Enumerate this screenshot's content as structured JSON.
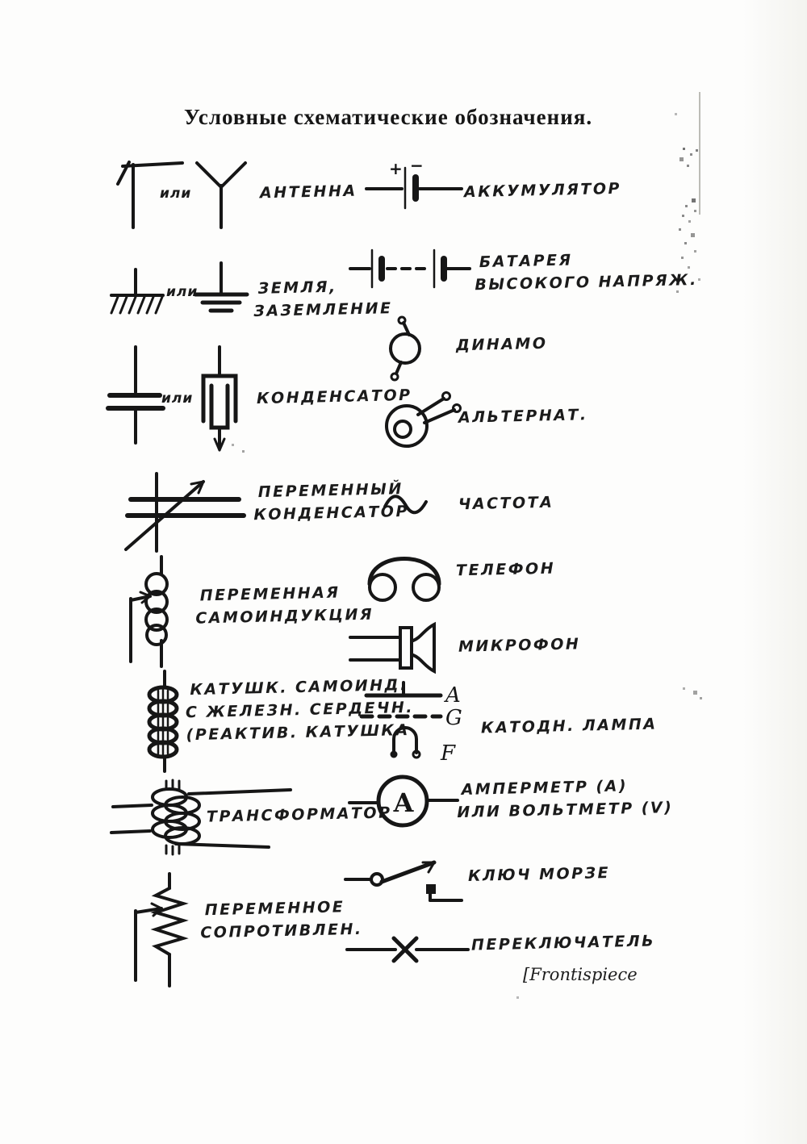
{
  "title": "Условные схематические обозначения.",
  "footer": "[Frontispiece",
  "legend": {
    "antenna": {
      "or": "или",
      "label": "Антенна"
    },
    "accumulator": {
      "plus": "+",
      "minus": "−",
      "label": "Аккумулятор"
    },
    "ground": {
      "or": "или",
      "label_line1": "Земля,",
      "label_line2": "заземление"
    },
    "battery": {
      "label_line1": "Батарея",
      "label_line2": "Высокого напряж."
    },
    "dynamo": {
      "label": "Динамо"
    },
    "capacitor": {
      "or": "или",
      "label": "Конденсатор"
    },
    "alternator": {
      "label": "Альтернат."
    },
    "variable_capacitor": {
      "label_line1": "Переменный",
      "label_line2": "Конденсатор"
    },
    "frequency": {
      "label": "Частота"
    },
    "telephone": {
      "label": "Телефон"
    },
    "variable_inductance": {
      "label_line1": "Переменная",
      "label_line2": "Самоиндукция"
    },
    "microphone": {
      "label": "Микрофон"
    },
    "iron_core_coil": {
      "label_line1": "Катушк. самоинд.",
      "label_line2": "с железн. сердечн.",
      "label_line3": "(Реактив. катушка"
    },
    "cathode_lamp": {
      "terminal_a": "A",
      "terminal_g": "G",
      "terminal_f": "F",
      "label": "Катодн. лампа"
    },
    "transformer": {
      "label": "Трансформатор"
    },
    "meter": {
      "dial_letter": "А",
      "label_line1": "Амперметр (А)",
      "label_line2": "или Вольтметр (V)"
    },
    "morse_key": {
      "label": "Ключ Морзе"
    },
    "variable_resistance": {
      "label_line1": "Переменное",
      "label_line2": "Сопротивлен."
    },
    "switch": {
      "label": "Переключатель"
    }
  }
}
